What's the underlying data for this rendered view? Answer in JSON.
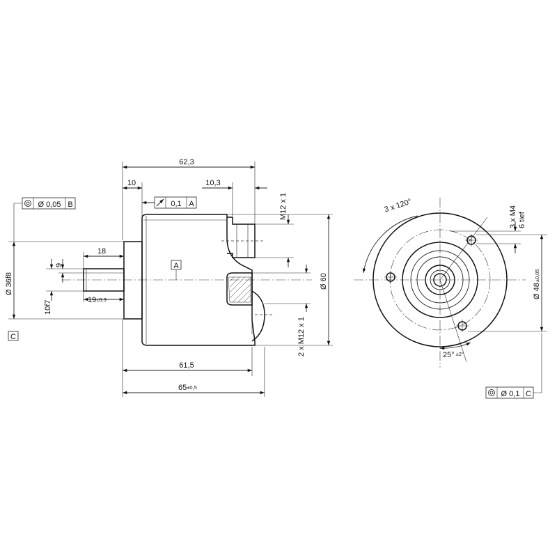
{
  "side_view": {
    "dims": {
      "overall_62_3": "62,3",
      "flange_10": "10",
      "connector_10_3": "10,3",
      "shaft_18": "18",
      "flat_9": "9",
      "shaft_19": "19",
      "shaft_19_tol": "±0,3",
      "body_61_5": "61,5",
      "total_65": "65",
      "total_65_tol": "±0,5",
      "housing_dia": "Ø 60",
      "shaft_dia_10": "10f7",
      "spigot_dia_36": "Ø 36f8"
    },
    "threads": {
      "top": "M12 x 1",
      "bottom": "2 x M12 x 1"
    },
    "datum_a": "A",
    "datum_c": "C",
    "tol_concentricity": {
      "value": "Ø 0,05",
      "datum": "B"
    },
    "tol_runout": {
      "value": "0,1",
      "datum": "A"
    }
  },
  "front_view": {
    "bolt_pattern": "3 x 120°",
    "holes": "3 x M4",
    "hole_depth": "6 tief",
    "angle": "25°",
    "angle_tol": "±2°",
    "pcd": "Ø 48",
    "pcd_tol": "±0,05",
    "tol_concentricity": {
      "value": "Ø 0,1",
      "datum": "C"
    }
  },
  "icons": [
    "concentricity-icon",
    "runout-icon"
  ]
}
